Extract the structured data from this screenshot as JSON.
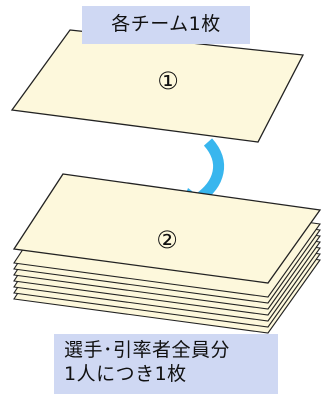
{
  "labels": {
    "team_card": "各チーム1枚",
    "individual_line1": "選手･引率者全員分",
    "individual_line2": "1人につき1枚"
  },
  "sheets": {
    "first_number": "①",
    "second_number": "②",
    "stack_count": 8
  },
  "colors": {
    "sheet_fill": "#fdf8dc",
    "sheet_stroke": "#222222",
    "arrow": "#38b6ee",
    "label_background": "#cfd8f3"
  }
}
